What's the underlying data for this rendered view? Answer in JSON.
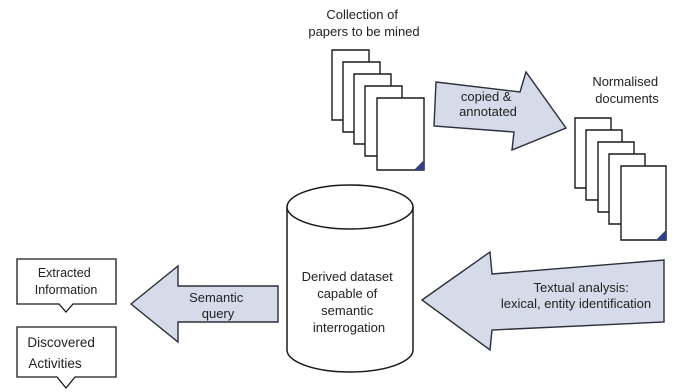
{
  "collection_label": [
    "Collection of",
    "papers to be mined"
  ],
  "copied_label": [
    "copied &",
    "annotated"
  ],
  "normalised_label": [
    "Normalised",
    "documents"
  ],
  "dataset_label": [
    "Derived dataset",
    "capable of",
    "semantic",
    "interrogation"
  ],
  "textual_label": [
    "Textual analysis:",
    "lexical, entity identification"
  ],
  "semantic_label": [
    "Semantic",
    "query"
  ],
  "extracted_label": [
    "Extracted",
    "Information"
  ],
  "discovered_label": [
    "Discovered",
    "Activities"
  ],
  "colors": {
    "arrow_fill": "#d6dbe9",
    "arrow_stroke": "#2b2f3c",
    "page_corner": "#2f3f8f"
  }
}
